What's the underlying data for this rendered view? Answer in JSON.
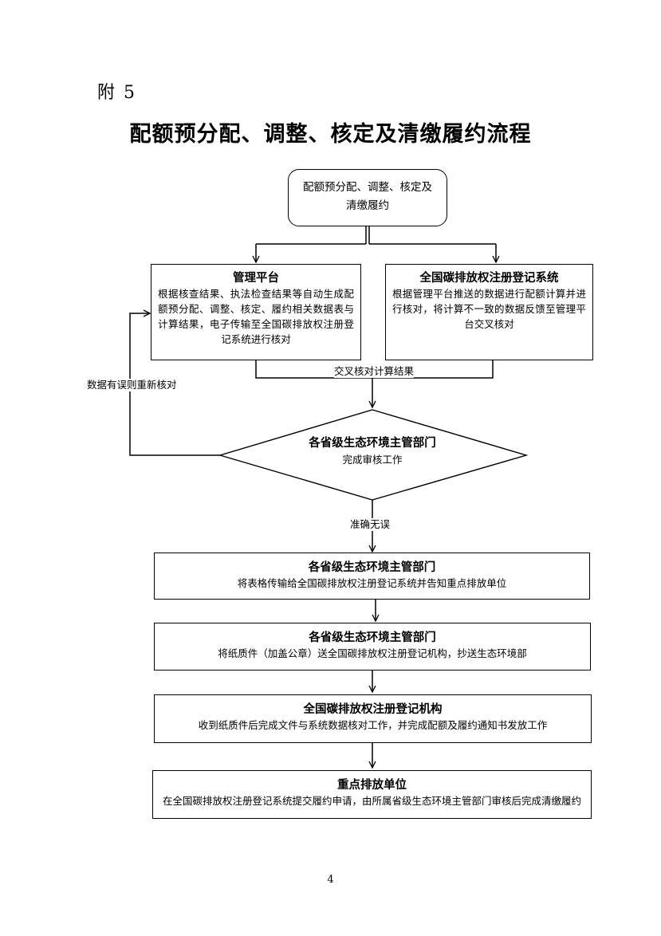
{
  "annex_label": "附 5",
  "page_title": "配额预分配、调整、核定及清缴履约流程",
  "start_node": {
    "line1": "配额预分配、调整、核定及",
    "line2": "清缴履约"
  },
  "management_platform": {
    "heading": "管理平台",
    "body": "根据核查结果、执法检查结果等自动生成配额预分配、调整、核定、履约相关数据表与计算结果，电子传输至全国碳排放权注册登记系统进行核对"
  },
  "registry_system": {
    "heading": "全国碳排放权注册登记系统",
    "body": "根据管理平台推送的数据进行配额计算并进行核对，将计算不一致的数据反馈至管理平台交叉核对"
  },
  "cross_check_label": "交叉核对计算结果",
  "error_loop_label": "数据有误则重新核对",
  "review_node": {
    "heading": "各省级生态环境主管部门",
    "body": "完成审核工作"
  },
  "accurate_label": "准确无误",
  "step1": {
    "heading": "各省级生态环境主管部门",
    "body": "将表格传输给全国碳排放权注册登记系统并告知重点排放单位"
  },
  "step2": {
    "heading": "各省级生态环境主管部门",
    "body": "将纸质件（加盖公章）送全国碳排放权注册登记机构，抄送生态环境部"
  },
  "step3": {
    "heading": "全国碳排放权注册登记机构",
    "body": "收到纸质件后完成文件与系统数据核对工作，并完成配额及履约通知书发放工作"
  },
  "step4": {
    "heading": "重点排放单位",
    "body": "在全国碳排放权注册登记系统提交履约申请，由所属省级生态环境主管部门审核后完成清缴履约"
  },
  "page_number": "4"
}
